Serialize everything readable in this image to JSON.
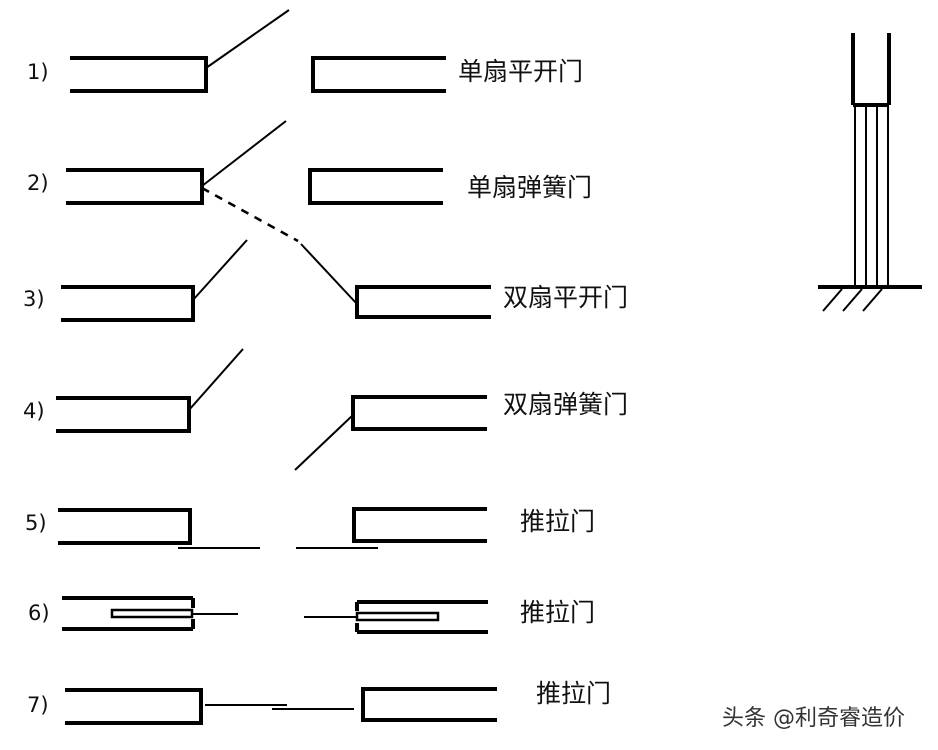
{
  "rows": [
    {
      "number": "1)",
      "label": "单扇平开门"
    },
    {
      "number": "2)",
      "label": "单扇弹簧门"
    },
    {
      "number": "3)",
      "label": "双扇平开门"
    },
    {
      "number": "4)",
      "label": "双扇弹簧门"
    },
    {
      "number": "5)",
      "label": "推拉门"
    },
    {
      "number": "6)",
      "label": "推拉门"
    },
    {
      "number": "7)",
      "label": "推拉门"
    }
  ],
  "watermark": "头条 @利奇睿造价"
}
